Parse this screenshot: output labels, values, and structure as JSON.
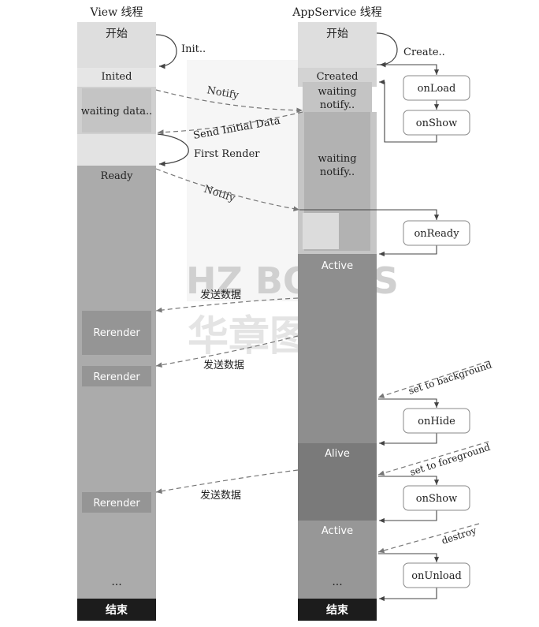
{
  "view": {
    "title": "View 线程",
    "start": "开始",
    "inited": "Inited",
    "waiting_data": "waiting data..",
    "ready": "Ready",
    "rerender": "Rerender",
    "ellipsis": "...",
    "end": "结束"
  },
  "appservice": {
    "title": "AppService 线程",
    "start": "开始",
    "created": "Created",
    "waiting_notify_1a": "waiting",
    "waiting_notify_1b": "notify..",
    "waiting_notify_2a": "waiting",
    "waiting_notify_2b": "notify..",
    "active": "Active",
    "alive": "Alive",
    "ellipsis": "...",
    "end": "结束"
  },
  "loops": {
    "init": "Init..",
    "create": "Create.."
  },
  "arrows": {
    "notify_1": "Notify",
    "send_initial_data": "Send Initial Data",
    "first_render": "First Render",
    "notify_2": "Notify",
    "send_data": "发送数据",
    "set_to_background": "set to background",
    "set_to_foreground": "set to foreground",
    "destroy": "destroy"
  },
  "lifecycle": {
    "on_load": "onLoad",
    "on_show": "onShow",
    "on_ready": "onReady",
    "on_hide": "onHide",
    "on_unload": "onUnload"
  },
  "watermark": {
    "line1": "HZ BOOKS",
    "line2": "华章图书"
  },
  "colors": {
    "lane_light": "#dcdcdc",
    "lane_mid": "#a8a8a8",
    "lane_dark": "#8a8a8a",
    "end_bar": "#1c1c1c"
  }
}
